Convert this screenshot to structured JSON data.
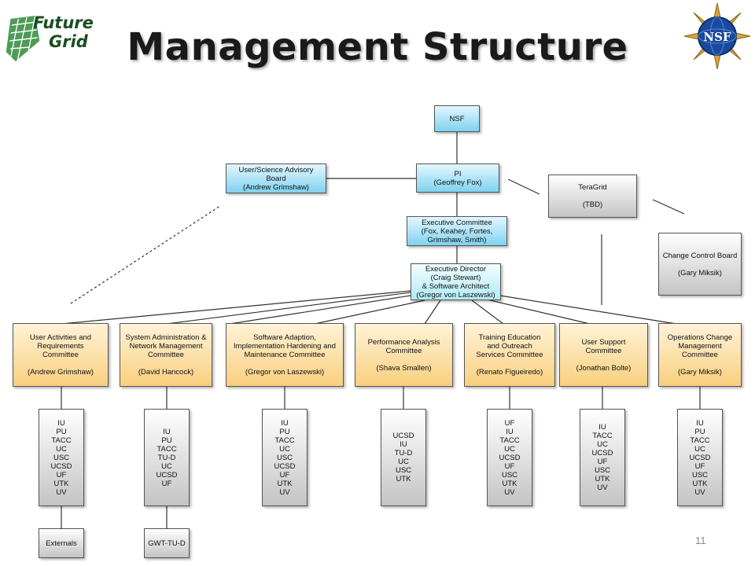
{
  "title": "Management Structure",
  "page_number": "11",
  "logos": {
    "left": "Future Grid",
    "right": "NSF"
  },
  "nodes": {
    "nsf": [
      "NSF"
    ],
    "pi": [
      "PI",
      "(Geoffrey Fox)"
    ],
    "advisory": [
      "User/Science Advisory",
      "Board",
      "(Andrew Grimshaw)"
    ],
    "teragrid": [
      "TeraGrid",
      "",
      "(TBD)"
    ],
    "exec_committee": [
      "Executive Committee",
      "(Fox, Keahey, Fortes,",
      "Grimshaw, Smith)"
    ],
    "exec_director": [
      "Executive Director",
      "(Craig Stewart)",
      "& Software Architect",
      "(Gregor von Laszewski)"
    ],
    "change_control": [
      "Change Control Board",
      "",
      "(Gary Miksik)"
    ]
  },
  "committees": [
    {
      "lines": [
        "User Activities and",
        "Requirements",
        "Committee",
        "",
        "(Andrew Grimshaw)"
      ],
      "members": [
        "IU",
        "PU",
        "TACC",
        "UC",
        "USC",
        "UCSD",
        "UF",
        "UTK",
        "UV"
      ],
      "extra": "Externals"
    },
    {
      "lines": [
        "System Administration &",
        "Network Management",
        "Committee",
        "",
        "(David Hancock)"
      ],
      "members": [
        "IU",
        "PU",
        "TACC",
        "TU-D",
        "UC",
        "UCSD",
        "UF"
      ],
      "extra": "GWT-TU-D"
    },
    {
      "lines": [
        "Software Adaption,",
        "Implementation Hardening and",
        "Maintenance Committee",
        "",
        "(Gregor von Laszewski)"
      ],
      "members": [
        "IU",
        "PU",
        "TACC",
        "UC",
        "USC",
        "UCSD",
        "UF",
        "UTK",
        "UV"
      ]
    },
    {
      "lines": [
        "Performance Analysis",
        "Committee",
        "",
        "(Shava Smallen)"
      ],
      "members": [
        "UCSD",
        "IU",
        "TU-D",
        "UC",
        "USC",
        "UTK"
      ]
    },
    {
      "lines": [
        "Training Education",
        "and Outreach",
        "Services Committee",
        "",
        "(Renato Figueiredo)"
      ],
      "members": [
        "UF",
        "IU",
        "TACC",
        "UC",
        "UCSD",
        "UF",
        "USC",
        "UTK",
        "UV"
      ]
    },
    {
      "lines": [
        "User Support",
        "Committee",
        "",
        "(Jonathan Bolte)"
      ],
      "members": [
        "IU",
        "TACC",
        "UC",
        "UCSD",
        "UF",
        "USC",
        "UTK",
        "UV"
      ]
    },
    {
      "lines": [
        "Operations Change",
        "Management",
        "Committee",
        "",
        "(Gary Miksik)"
      ],
      "members": [
        "IU",
        "PU",
        "TACC",
        "UC",
        "UCSD",
        "UF",
        "USC",
        "UTK",
        "UV"
      ]
    }
  ]
}
